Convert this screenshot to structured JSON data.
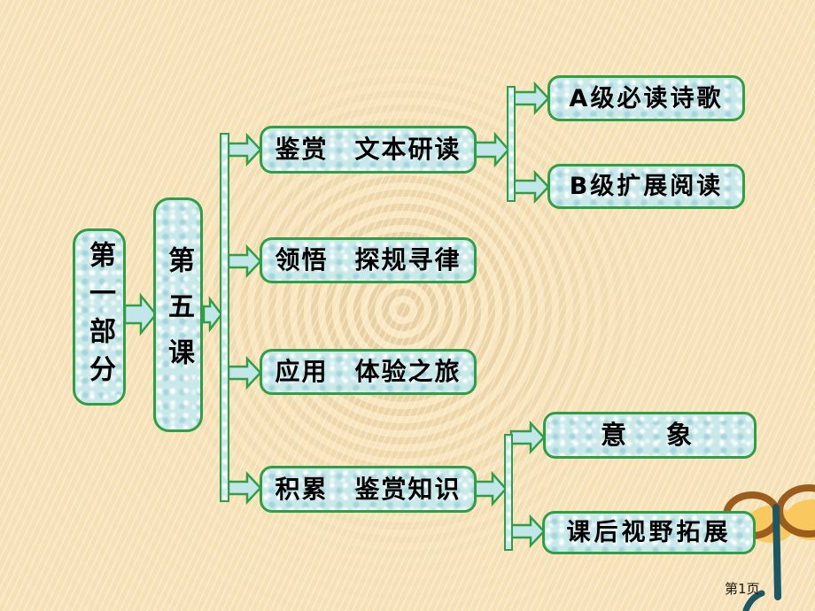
{
  "slide": {
    "footer": "第1页"
  },
  "diagram": {
    "root": {
      "label": "第一部分"
    },
    "lesson": {
      "label": "第五课"
    },
    "branches": [
      {
        "label": "鉴赏　文本研读",
        "children": [
          {
            "label": "A级必读诗歌"
          },
          {
            "label": "B级扩展阅读"
          }
        ]
      },
      {
        "label": "领悟　探规寻律",
        "children": []
      },
      {
        "label": "应用　体验之旅",
        "children": []
      },
      {
        "label": "积累　鉴赏知识",
        "children": [
          {
            "label": "意　象"
          },
          {
            "label": "课后视野拓展"
          }
        ]
      }
    ]
  },
  "colors": {
    "background": "#f6e2b8",
    "node_fill": "#c9e8ea",
    "node_border": "#2f9e44",
    "text": "#000000",
    "footer_text": "#1a1a1a",
    "decoration_brown": "#9b5c1e",
    "decoration_gold": "#f9c85e",
    "decoration_teal": "#1d5766"
  }
}
